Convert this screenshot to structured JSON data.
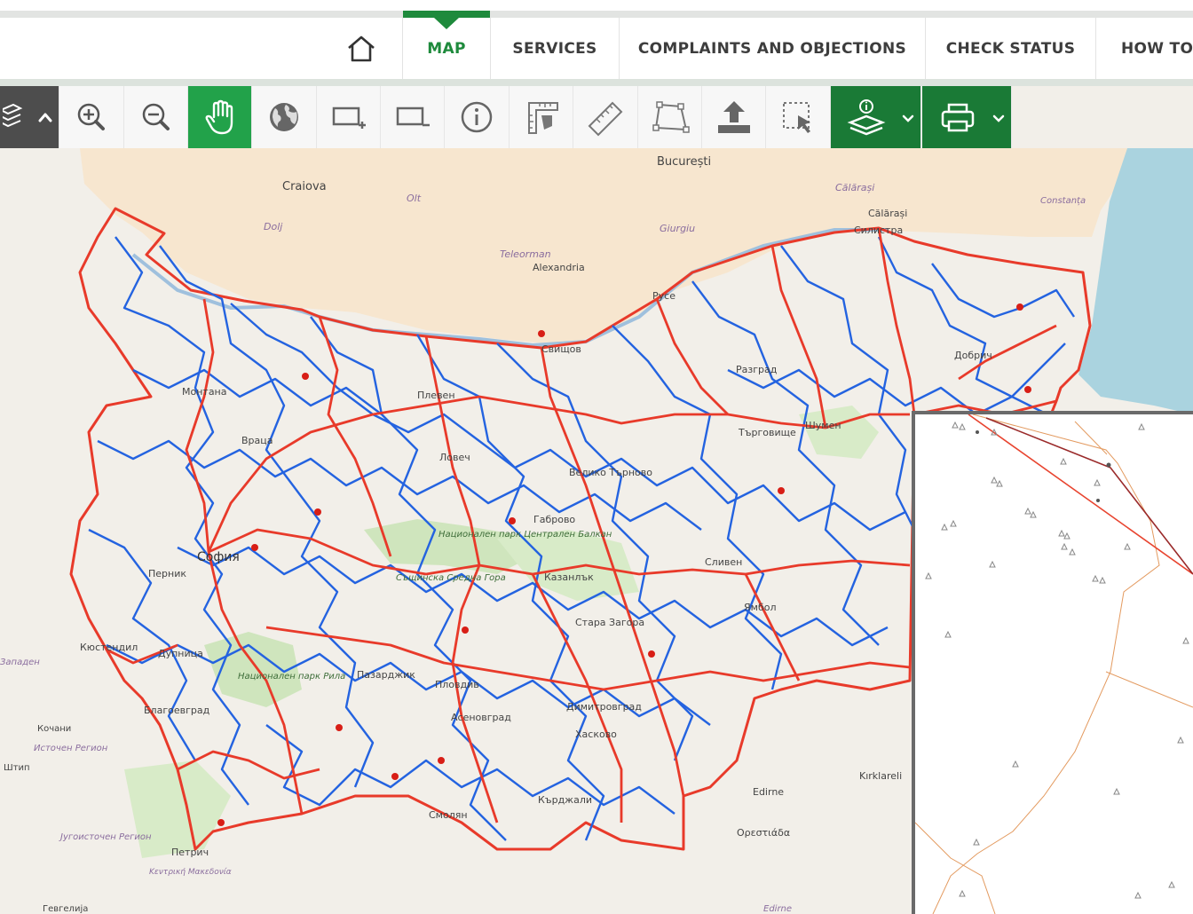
{
  "nav": {
    "home_icon": "home-icon",
    "items": [
      {
        "label": "MAP",
        "active": true
      },
      {
        "label": "SERVICES",
        "active": false
      },
      {
        "label": "COMPLAINTS AND OBJECTIONS",
        "active": false
      },
      {
        "label": "CHECK STATUS",
        "active": false
      },
      {
        "label": "HOW TO..",
        "active": false
      }
    ],
    "accent_color": "#1e8a3c"
  },
  "toolbar": {
    "tools": [
      {
        "icon": "layers-icon",
        "active": false
      },
      {
        "icon": "zoom-in-icon",
        "active": false
      },
      {
        "icon": "zoom-out-icon",
        "active": false
      },
      {
        "icon": "pan-hand-icon",
        "active": true
      },
      {
        "icon": "globe-icon",
        "active": false
      },
      {
        "icon": "zoom-box-in-icon",
        "active": false
      },
      {
        "icon": "zoom-box-out-icon",
        "active": false
      },
      {
        "icon": "info-icon",
        "active": false
      },
      {
        "icon": "measure-area-icon",
        "active": false
      },
      {
        "icon": "ruler-icon",
        "active": false
      },
      {
        "icon": "polygon-icon",
        "active": false
      },
      {
        "icon": "upload-icon",
        "active": false
      },
      {
        "icon": "select-area-icon",
        "active": false
      },
      {
        "icon": "layer-info-icon",
        "active": false
      },
      {
        "icon": "print-icon",
        "active": false
      }
    ]
  },
  "map": {
    "labels": {
      "bucuresti": "București",
      "craiova": "Craiova",
      "olt": "Olt",
      "dolj": "Dolj",
      "teleorman": "Teleorman",
      "alexandria": "Alexandria",
      "giurgiu": "Giurgiu",
      "calarasi_county": "Călărași",
      "calarasi": "Călărași",
      "constanta": "Constanța",
      "silistra": "Силистра",
      "ruse": "Русе",
      "svishtov": "Свищов",
      "montana": "Монтана",
      "vratsa": "Враца",
      "pleven": "Плевен",
      "lovech": "Ловеч",
      "razgrad": "Разград",
      "targovishte": "Търговище",
      "shumen": "Шумен",
      "dobrich": "Добрич",
      "veliko_tarnovo": "Велико Търново",
      "gabrovo": "Габрово",
      "park_balkan": "Национален парк Централен Балкан",
      "sofia": "София",
      "pernik": "Перник",
      "sredna_gora": "Същинска Средна Гора",
      "kazanlak": "Казанлък",
      "sliven": "Сливен",
      "yambol": "Ямбол",
      "stara_zagora": "Стара Загора",
      "kyustendil": "Кюстендил",
      "dupnitsa": "Дупница",
      "park_rila": "Национален парк Рила",
      "pazardzhik": "Пазарджик",
      "plovdiv": "Пловдив",
      "blagoevgrad": "Благоевград",
      "asenovgrad": "Асеновград",
      "dimitrovgrad": "Димитровград",
      "haskovo": "Хасково",
      "smolyan": "Смолян",
      "kardzhali": "Кърджали",
      "edirne": "Edirne",
      "orestiada": "Ορεστιάδα",
      "kirklareli": "Kırklareli",
      "petrich": "Петрич",
      "kochani": "Кочани",
      "iztochen_region": "Источен Регион",
      "shtip": "Штип",
      "yugoistochen_region": "Југоисточен Регион",
      "kentriki_makedonia": "Κεντρική Μακεδονία",
      "gevgelija": "Гевгелија",
      "edirne_bottom": "Edirne",
      "zapaden": "Западен"
    },
    "colors": {
      "land": "#f2efe9",
      "romania": "#f7e6cf",
      "sea": "#aad3df",
      "danube": "#9fc0dd",
      "forest": "#cfe5bd",
      "blue_network": "#2463e0",
      "red_network": "#e83a2a"
    }
  }
}
